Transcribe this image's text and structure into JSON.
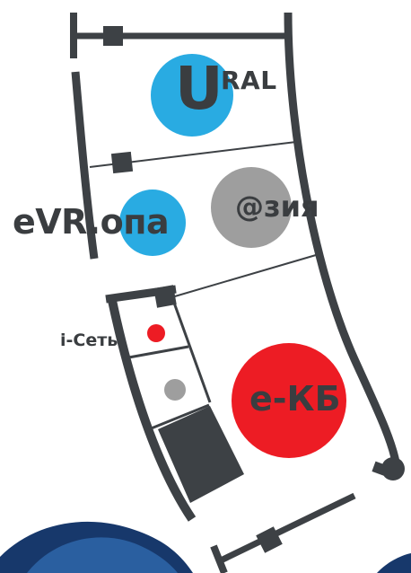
{
  "map": {
    "zones": {
      "ural": {
        "label_big": "U",
        "label_rest": "RAL",
        "color": "#29abe2"
      },
      "asia": {
        "label": "@зия",
        "color": "#9e9e9e"
      },
      "europe": {
        "label": "eVR.опа",
        "color": "#29abe2"
      },
      "inet": {
        "label": "i-Сеть",
        "color": "#ed1c24"
      },
      "grey_small": {
        "color": "#9e9e9e"
      },
      "ekb": {
        "label": "е-КБ",
        "color": "#ed1c24"
      }
    },
    "colors": {
      "wall": "#3d4145",
      "wave_dark": "#17386b",
      "wave_light": "#2a5fa0"
    }
  }
}
